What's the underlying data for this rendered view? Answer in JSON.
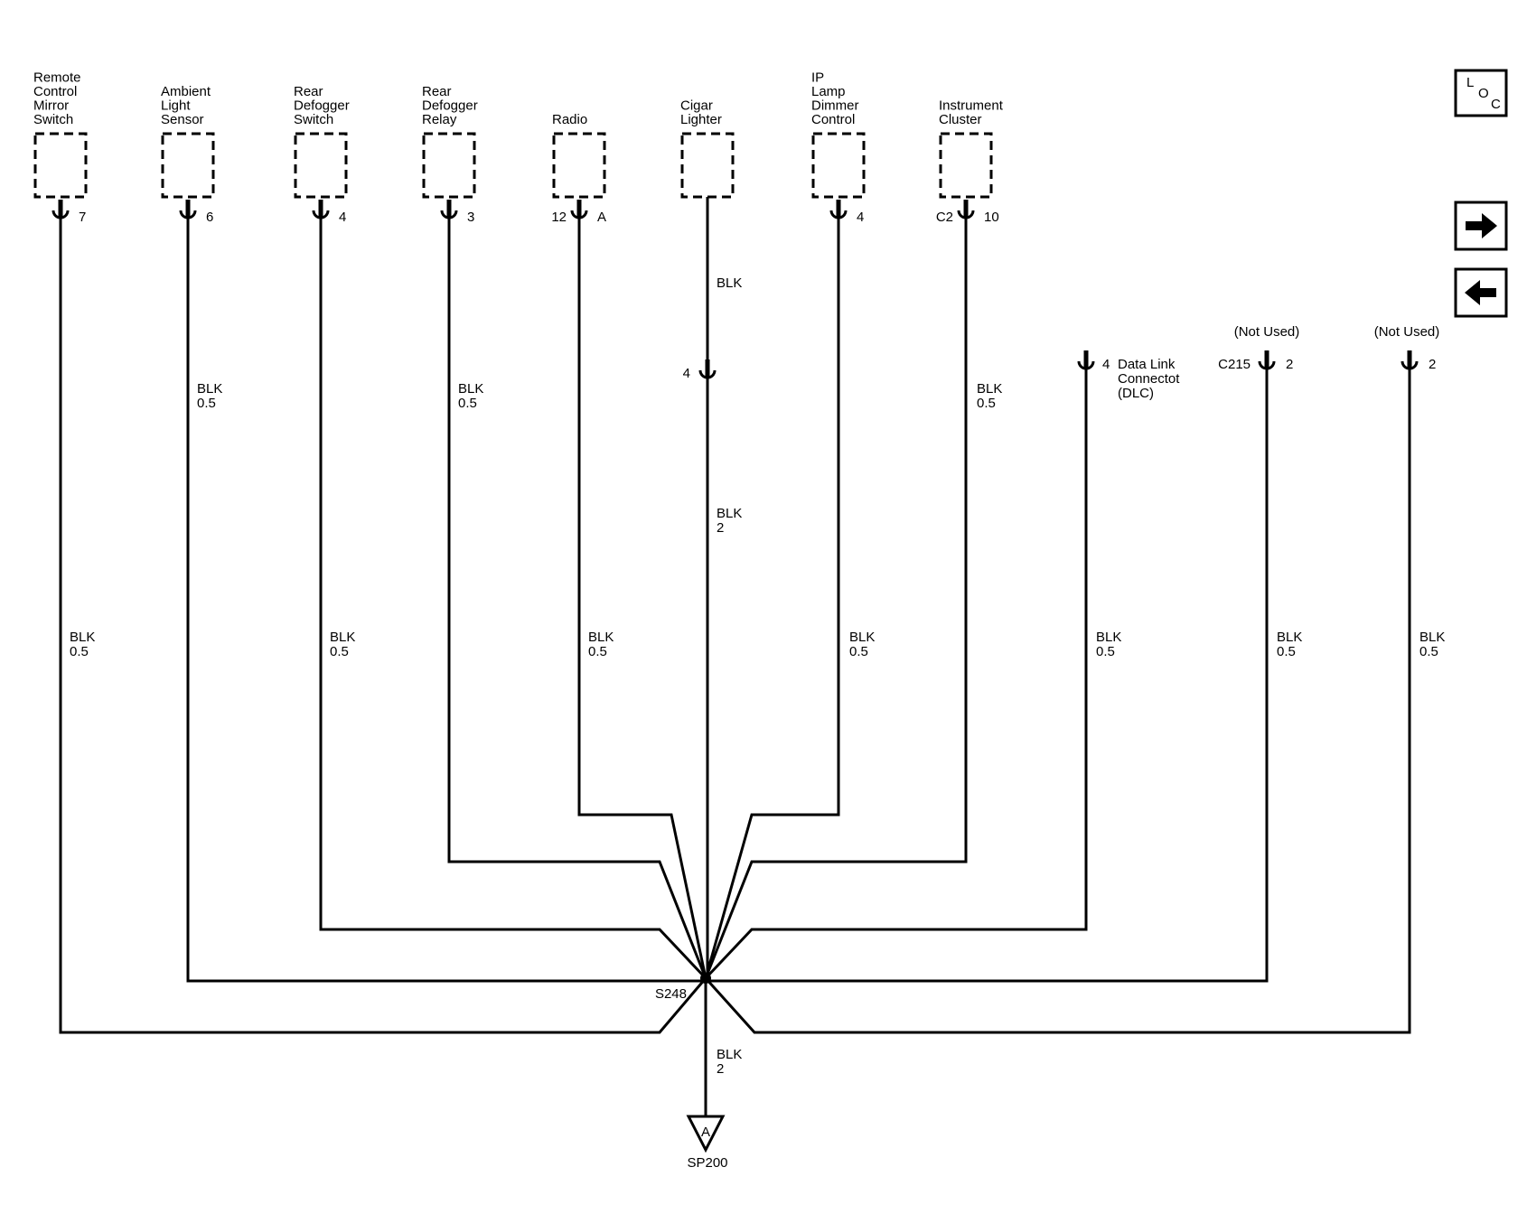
{
  "components": [
    {
      "id": "remote-control-mirror-switch",
      "label": [
        "Remote",
        "Control",
        "Mirror",
        "Switch"
      ],
      "pin": "7",
      "prefix": ""
    },
    {
      "id": "ambient-light-sensor",
      "label": [
        "Ambient",
        "Light",
        "Sensor"
      ],
      "pin": "6",
      "prefix": ""
    },
    {
      "id": "rear-defogger-switch",
      "label": [
        "Rear",
        "Defogger",
        "Switch"
      ],
      "pin": "4",
      "prefix": ""
    },
    {
      "id": "rear-defogger-relay",
      "label": [
        "Rear",
        "Defogger",
        "Relay"
      ],
      "pin": "3",
      "prefix": ""
    },
    {
      "id": "radio",
      "label": [
        "Radio"
      ],
      "pin": "A",
      "prefix": "12"
    },
    {
      "id": "cigar-lighter",
      "label": [
        "Cigar",
        "Lighter"
      ],
      "pin": "",
      "prefix": ""
    },
    {
      "id": "ip-lamp-dimmer-control",
      "label": [
        "IP",
        "Lamp",
        "Dimmer",
        "Control"
      ],
      "pin": "4",
      "prefix": ""
    },
    {
      "id": "instrument-cluster",
      "label": [
        "Instrument",
        "Cluster"
      ],
      "pin": "10",
      "prefix": "C2"
    }
  ],
  "connectors": [
    {
      "id": "dlc",
      "pin": "4",
      "name": [
        "Data Link",
        "Connectot",
        "(DLC)"
      ],
      "prefix": "",
      "note": ""
    },
    {
      "id": "c215",
      "pin": "2",
      "name": [],
      "prefix": "C215",
      "note": "(Not Used)"
    },
    {
      "id": "unlabeled",
      "pin": "2",
      "name": [],
      "prefix": "",
      "note": "(Not Used)"
    }
  ],
  "inline_connector": {
    "pin": "4"
  },
  "wire_labels": {
    "mirror": [
      "BLK",
      "0.5"
    ],
    "ambient": [
      "BLK",
      "0.5"
    ],
    "defog_switch": [
      "BLK",
      "0.5"
    ],
    "defog_relay": [
      "BLK",
      "0.5"
    ],
    "radio": [
      "BLK",
      "0.5"
    ],
    "cigar_upper": [
      "BLK"
    ],
    "cigar_lower": [
      "BLK",
      "2"
    ],
    "dimmer": [
      "BLK",
      "0.5"
    ],
    "cluster": [
      "BLK",
      "0.5"
    ],
    "dlc": [
      "BLK",
      "0.5"
    ],
    "c215": [
      "BLK",
      "0.5"
    ],
    "unlabeled": [
      "BLK",
      "0.5"
    ],
    "ground": [
      "BLK",
      "2"
    ]
  },
  "splice": "S248",
  "ground": {
    "pin": "A",
    "name": "SP200"
  },
  "nav": {
    "loc": [
      "L",
      "O",
      "C"
    ],
    "next_icon": "arrow-right-icon",
    "prev_icon": "arrow-left-icon"
  }
}
